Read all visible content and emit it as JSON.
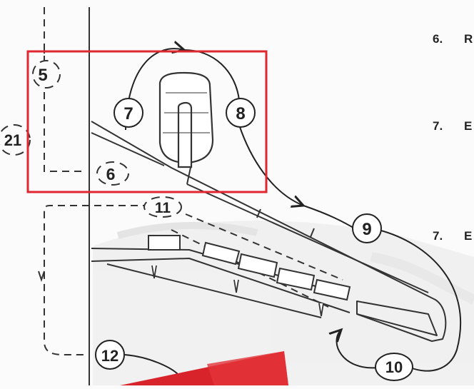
{
  "diagram": {
    "callouts": [
      "5",
      "21",
      "6",
      "7",
      "8",
      "11",
      "9",
      "12",
      "10"
    ],
    "steps": [
      {
        "number": "6.",
        "text": "R"
      },
      {
        "number": "7.",
        "text": "E"
      },
      {
        "number": "7.",
        "text": "E"
      }
    ],
    "highlight_color": "#e0262f"
  }
}
